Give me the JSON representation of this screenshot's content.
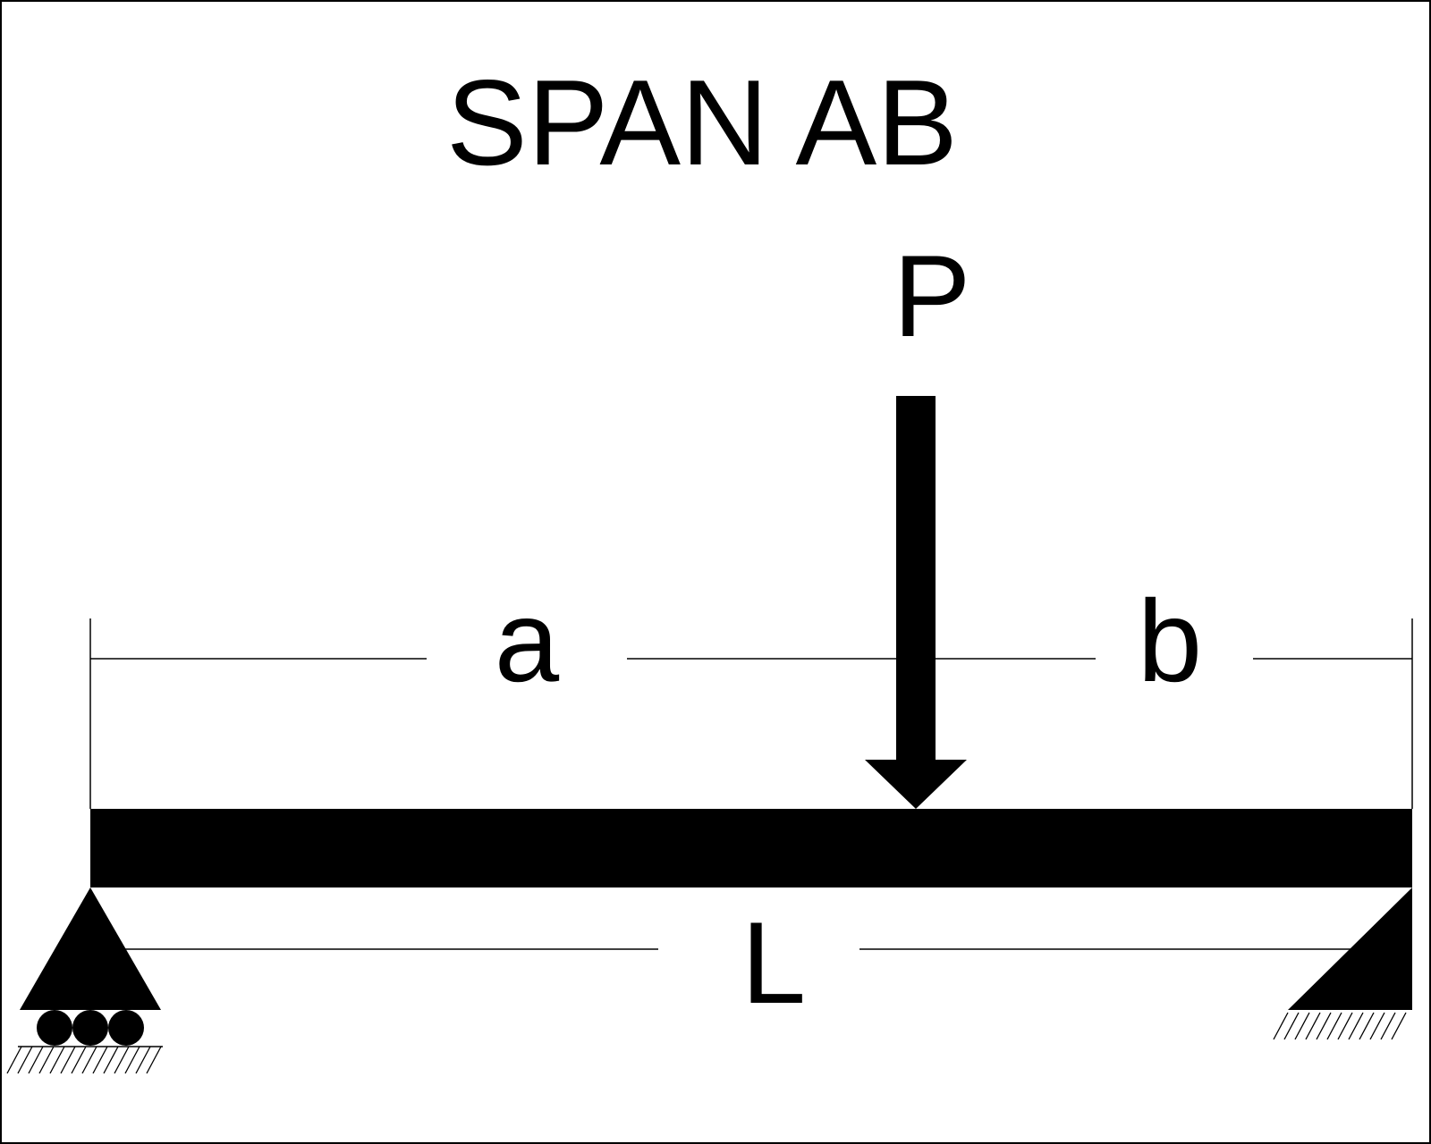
{
  "title": "SPAN AB",
  "load_label": "P",
  "dim_a_label": "a",
  "dim_b_label": "b",
  "span_label": "L",
  "colors": {
    "ink": "#000000",
    "background": "#ffffff"
  }
}
